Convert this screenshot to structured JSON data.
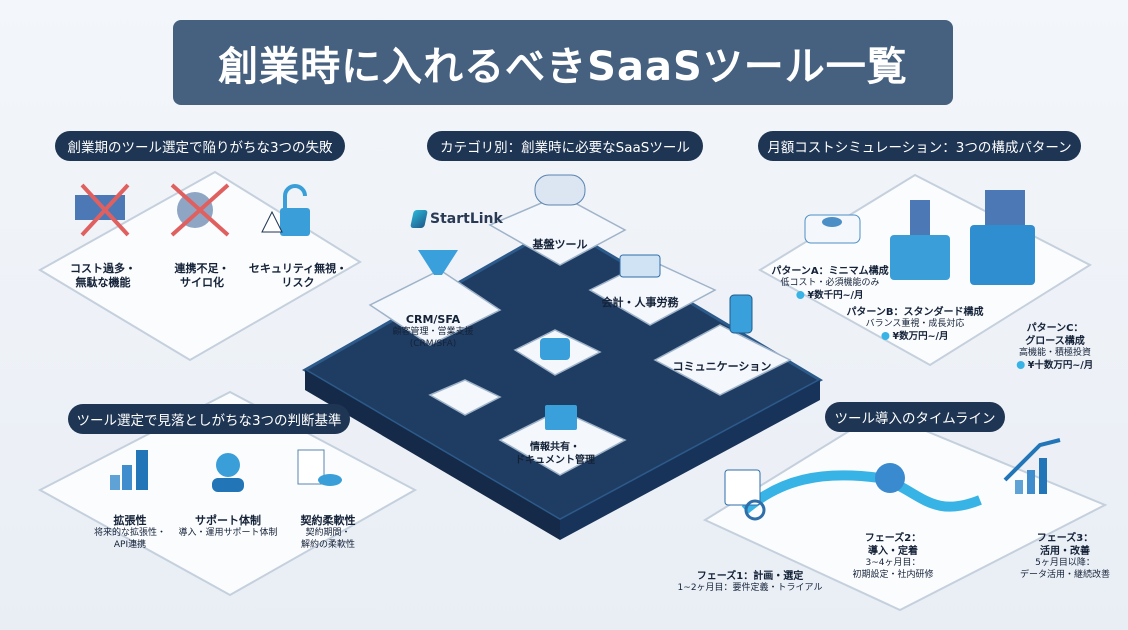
{
  "title": "創業時に入れるべきSaaSツール一覧",
  "sections": {
    "failures": {
      "heading": "創業期のツール選定で陥りがちな3つの失敗",
      "items": [
        {
          "label": "コスト過多・",
          "label2": "無駄な機能",
          "icon": "money-stack-crossed-icon"
        },
        {
          "label": "連携不足・",
          "label2": "サイロ化",
          "icon": "gears-crossed-icon"
        },
        {
          "label": "セキュリティ無視・",
          "label2": "リスク",
          "icon": "unlocked-padlock-warning-icon"
        }
      ]
    },
    "categories": {
      "heading": "カテゴリ別：創業時に必要なSaaSツール",
      "logo": "StartLink",
      "items": [
        {
          "label": "基盤ツール",
          "icon": "cloud-icon"
        },
        {
          "label": "CRM/SFA",
          "sub": "顧客管理・営業支援",
          "sub2": "(CRM/SFA)",
          "icon": "funnel-icon"
        },
        {
          "label": "会計・人事労務",
          "icon": "calculator-icon"
        },
        {
          "label": "コミュニケーション",
          "icon": "chat-phone-icon"
        },
        {
          "label": "情報共有・",
          "label2": "ドキュメント管理",
          "icon": "shared-folder-icon"
        }
      ]
    },
    "cost": {
      "heading": "月額コストシミュレーション：3つの構成パターン",
      "items": [
        {
          "label": "パターンA：ミニマム構成",
          "sub": "低コスト・必須機能のみ",
          "price": "¥数千円~/月"
        },
        {
          "label": "パターンB：スタンダード構成",
          "sub": "バランス重視・成長対応",
          "price": "¥数万円~/月"
        },
        {
          "label": "パターンC：",
          "label2": "グロース構成",
          "sub": "高機能・積極投資",
          "price": "¥十数万円~/月"
        }
      ]
    },
    "criteria": {
      "heading": "ツール選定で見落としがちな3つの判断基準",
      "items": [
        {
          "label": "拡張性",
          "sub": "将来的な拡張性・",
          "sub2": "API連携",
          "icon": "growth-chart-icon"
        },
        {
          "label": "サポート体制",
          "sub": "導入・運用サポート体制",
          "icon": "support-headset-icon"
        },
        {
          "label": "契約柔軟性",
          "sub": "契約期間・",
          "sub2": "解約の柔軟性",
          "icon": "contract-handshake-icon"
        }
      ]
    },
    "timeline": {
      "heading": "ツール導入のタイムライン",
      "items": [
        {
          "label": "フェーズ1：計画・選定",
          "sub": "1~2ヶ月目：要件定義・トライアル",
          "icon": "calendar-search-icon"
        },
        {
          "label": "フェーズ2：",
          "label2": "導入・定着",
          "sub": "3~4ヶ月目：",
          "sub2": "初期設定・社内研修",
          "icon": "gear-check-icon"
        },
        {
          "label": "フェーズ3：",
          "label2": "活用・改善",
          "sub": "5ヶ月目以降：",
          "sub2": "データ活用・継続改善",
          "icon": "rising-chart-icon"
        }
      ]
    }
  },
  "colors": {
    "navy": "#1e3553",
    "title_bg": "#46607f",
    "accent": "#37b3e6",
    "platform": "#1f3d63"
  }
}
